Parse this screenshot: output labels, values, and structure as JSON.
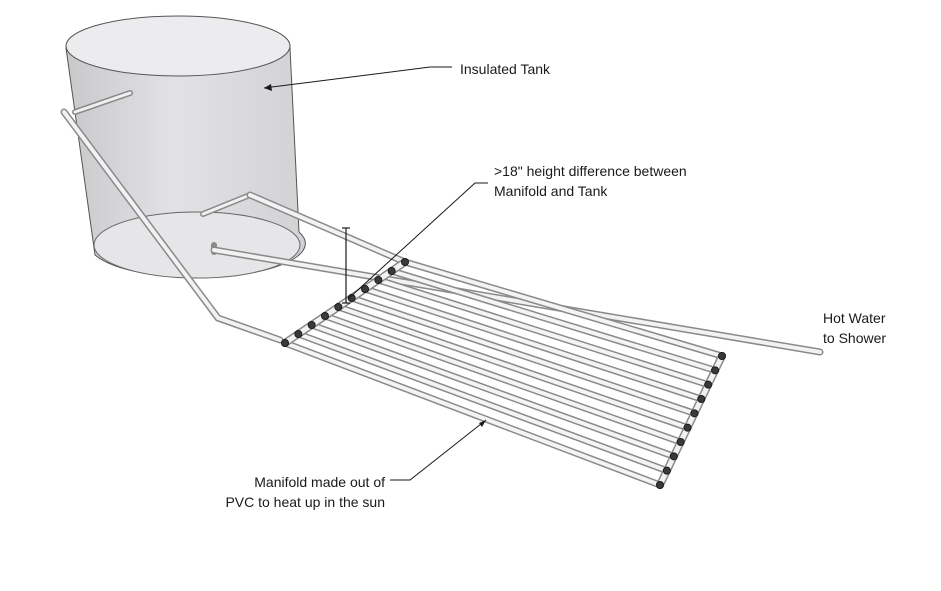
{
  "labels": {
    "tank": "Insulated Tank",
    "height": {
      "line1": ">18\" height difference between",
      "line2": "Manifold and Tank"
    },
    "hot_water": {
      "line1": "Hot Water",
      "line2": "to Shower"
    },
    "manifold": {
      "line1": "Manifold made out of",
      "line2": "PVC to heat up in the sun"
    }
  },
  "colors": {
    "tank_body": "#d9d9dc",
    "tank_top": "#eeeef0",
    "pipe_fill": "#f2f2f4",
    "pipe_stroke": "#8a8a8a",
    "fitting": "#3a3a3a",
    "leader": "#1a1a1a"
  }
}
